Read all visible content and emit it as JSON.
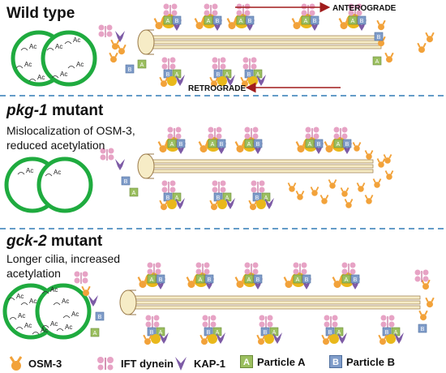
{
  "panels": [
    {
      "id": "wild-type",
      "title_main": "Wild type",
      "title_italic": "",
      "description": "",
      "acetyl_label": "Ac",
      "arrows": {
        "anterograde": "ANTEROGRADE",
        "retrograde": "RETROGRADE"
      }
    },
    {
      "id": "pkg1",
      "title_main": " mutant",
      "title_italic": "pkg-1",
      "description_line1": "Mislocalization of OSM-3,",
      "description_line2": "reduced acetylation",
      "acetyl_label": "Ac"
    },
    {
      "id": "gck2",
      "title_main": " mutant",
      "title_italic": "gck-2",
      "description_line1": "Longer cilia, increased",
      "description_line2": "acetylation",
      "acetyl_label": "Ac"
    }
  ],
  "legend": [
    {
      "label": "OSM-3",
      "icon": "osm3-icon"
    },
    {
      "label": "IFT dynein",
      "icon": "ift-dynein-icon"
    },
    {
      "label": "KAP-1",
      "icon": "kap1-icon"
    },
    {
      "label": "Particle A",
      "icon": "particle-a-icon",
      "glyph": "A"
    },
    {
      "label": "Particle B",
      "icon": "particle-b-icon",
      "glyph": "B"
    }
  ],
  "colors": {
    "membrane_green": "#1fab3f",
    "axoneme_fill": "#f6ecc6",
    "axoneme_stroke": "#9a7a4a",
    "osm3_orange": "#f2a23a",
    "motor_yellow": "#e9b81b",
    "dynein_pink": "#e7a3c5",
    "kap_purple": "#7d5ba6",
    "particle_a_green": "#9bbf5f",
    "particle_b_blue": "#7f9cc9",
    "arrow_red": "#a01c1c",
    "divider_blue": "#4f8fc0"
  }
}
